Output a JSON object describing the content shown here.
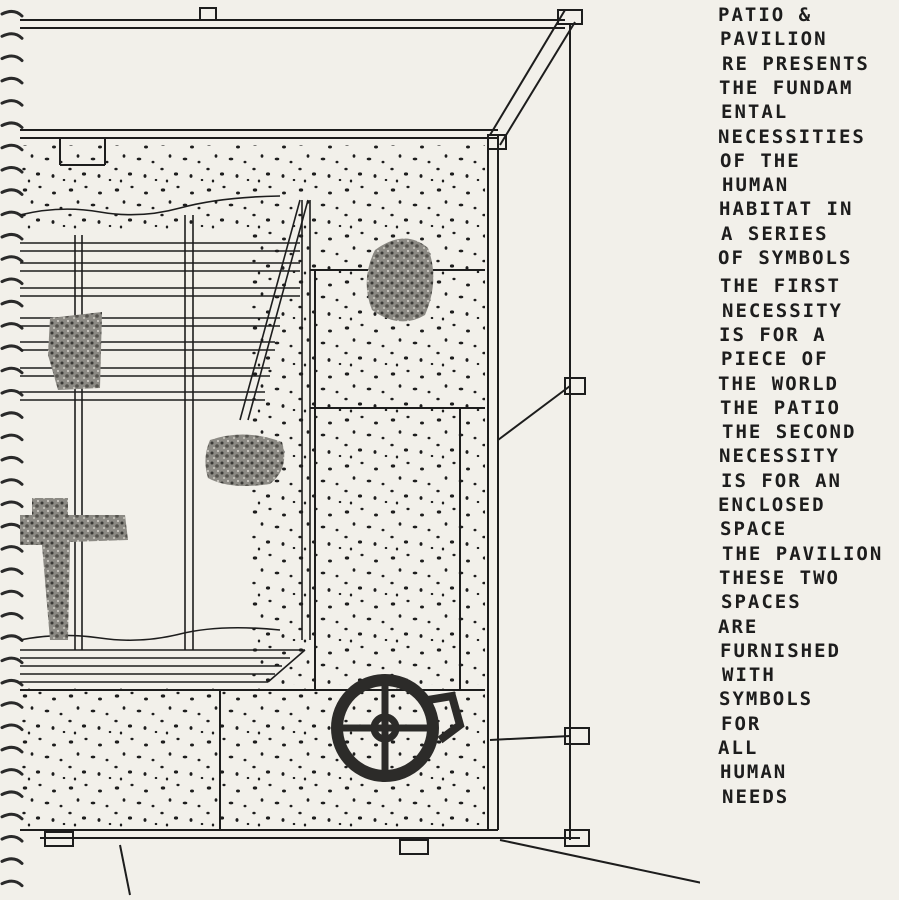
{
  "handwritten_text": {
    "lines": [
      "PATIO &",
      "PAVILION",
      "RE PRESENTS",
      "THE FUNDAM",
      "ENTAL",
      "NECESSITIES",
      "OF THE",
      "HUMAN",
      "HABITAT IN",
      "A SERIES",
      "OF SYMBOLS",
      "THE FIRST",
      "NECESSITY",
      "IS FOR A",
      "PIECE OF",
      "THE WORLD",
      "THE PATIO",
      "THE SECOND",
      "NECESSITY",
      "IS FOR AN",
      "ENCLOSED",
      "SPACE",
      "THE PAVILION",
      "THESE TWO",
      "SPACES",
      "ARE",
      "FURNISHED",
      "WITH",
      "SYMBOLS",
      "FOR",
      "ALL",
      "HUMAN",
      "NEEDS"
    ]
  },
  "colors": {
    "paper": "#f2f0ea",
    "ink": "#1d1d1d",
    "binding": "#2a2a2a"
  }
}
